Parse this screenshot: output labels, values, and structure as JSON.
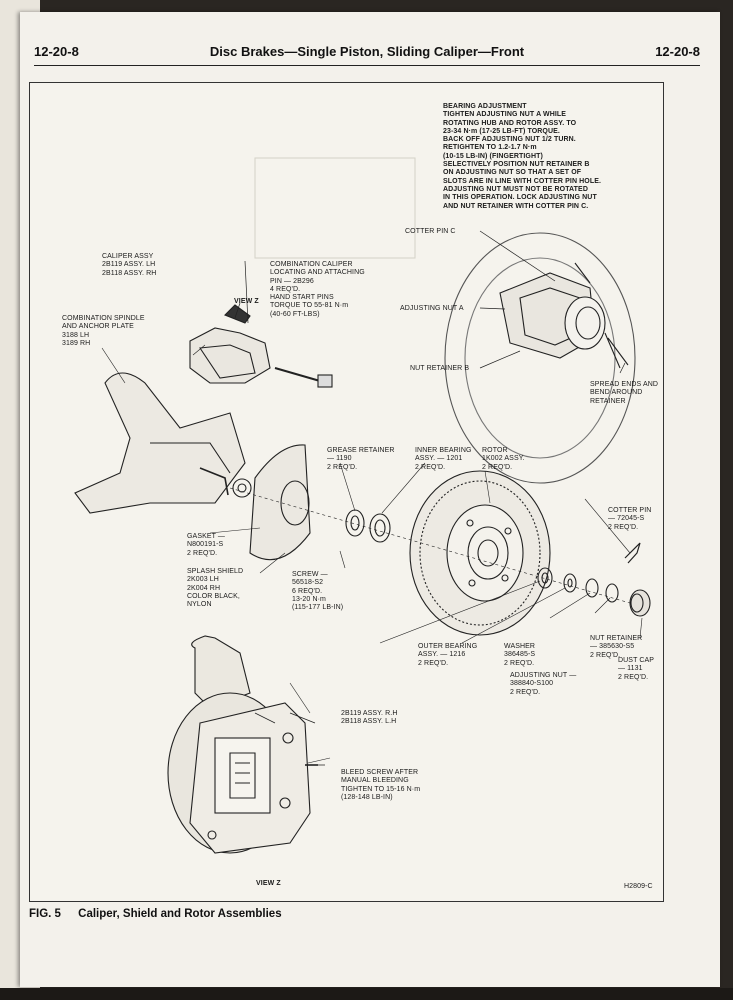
{
  "header": {
    "page_left": "12-20-8",
    "title": "Disc Brakes—Single Piston, Sliding Caliper—Front",
    "page_right": "12-20-8"
  },
  "figure": {
    "labels": {
      "bearing_adjustment": "BEARING ADJUSTMENT\nTIGHTEN ADJUSTING NUT A WHILE\nROTATING HUB AND ROTOR ASSY. TO\n23-34 N·m (17-25 LB-FT) TORQUE.\nBACK OFF ADJUSTING NUT 1/2 TURN.\nRETIGHTEN TO 1.2-1.7 N·m\n(10-15 LB-IN) (FINGERTIGHT)\nSELECTIVELY POSITION NUT RETAINER B\nON ADJUSTING NUT SO THAT A SET OF\nSLOTS ARE IN LINE WITH COTTER PIN HOLE.\nADJUSTING NUT MUST NOT BE ROTATED\nIN THIS OPERATION. LOCK ADJUSTING NUT\nAND NUT RETAINER WITH COTTER PIN C.",
      "cotter_pin_c": "COTTER PIN C",
      "adjusting_nut_a": "ADJUSTING NUT A",
      "nut_retainer_b": "NUT RETAINER B",
      "spread_ends": "SPREAD ENDS AND\nBEND AROUND\nRETAINER",
      "caliper_assy": "CALIPER ASSY\n2B119 ASSY. LH\n2B118 ASSY. RH",
      "combination_caliper": "COMBINATION CALIPER\nLOCATING AND ATTACHING\nPIN — 2B296\n4 REQ'D.\nHAND START PINS\nTORQUE TO 55-81 N·m\n(40-60 FT-LBS)",
      "view_z_top": "VIEW Z",
      "spindle": "COMBINATION SPINDLE\nAND ANCHOR PLATE\n3188 LH\n3189 RH",
      "grease_retainer": "GREASE RETAINER\n— 1190\n2 REQ'D.",
      "inner_bearing": "INNER BEARING\nASSY. — 1201\n2 REQ'D.",
      "rotor": "ROTOR\n1K002 ASSY.\n2 REQ'D.",
      "cotter_pin": "COTTER PIN\n— 72045-S\n2 REQ'D.",
      "gasket": "GASKET —\nN800191-S\n2 REQ'D.",
      "splash_shield": "SPLASH SHIELD\n2K003 LH\n2K004 RH\nCOLOR BLACK,\nNYLON",
      "screw": "SCREW —\n56518-S2\n6 REQ'D.\n13-20 N·m\n(115-177 LB-IN)",
      "outer_bearing": "OUTER BEARING\nASSY. — 1216\n2 REQ'D.",
      "washer": "WASHER\n386485-S\n2 REQ'D.",
      "nut_retainer": "NUT RETAINER\n— 385630-S5\n2 REQ'D.",
      "adjusting_nut": "ADJUSTING NUT —\n388840-S100\n2 REQ'D.",
      "dust_cap": "DUST CAP\n— 1131\n2 REQ'D.",
      "caliper_assy_2": "2B119 ASSY. R.H\n2B118 ASSY. L.H",
      "bleed_screw": "BLEED SCREW AFTER\nMANUAL BLEEDING\nTIGHTEN TO 15-16 N·m\n(128-148 LB-IN)",
      "view_z_bottom": "VIEW Z",
      "fig_code": "H2809-C"
    }
  },
  "caption": {
    "number": "FIG. 5",
    "title": "Caliper, Shield and Rotor Assemblies"
  }
}
